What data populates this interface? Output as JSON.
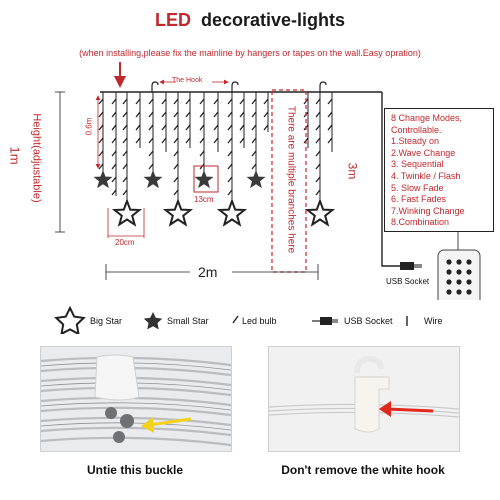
{
  "title": {
    "led": "LED",
    "rest": "decorative-lights"
  },
  "install_note": "(when installing,please fix the mainline by hangers or tapes on the wall.Easy opration)",
  "diagram": {
    "hook_label": "The Hook",
    "height_label": "Height(adjustable)",
    "height_value": "1m",
    "drop_label": "0.6m",
    "cable_label": "3m",
    "spacing_13": "13cm",
    "spacing_20": "20cm",
    "width_label": "2m",
    "branches_note": "There are multiple branches here",
    "usb_label": "USB Socket"
  },
  "modes": {
    "title": "8 Change Modes, Controllable.",
    "items": [
      "1.Steady on",
      "2.Wave Change",
      "3. Sequential",
      "4. Twinkle / Flash",
      "5. Slow Fade",
      "6. Fast Fades",
      "7.Winking Change",
      "8.Combination"
    ]
  },
  "legend": {
    "big_star": "Big Star",
    "small_star": "Small Star",
    "led_bulb": "Led bulb",
    "usb_socket": "USB Socket",
    "wire": "Wire"
  },
  "photos": {
    "left_caption": "Untie this buckle",
    "right_caption": "Don't remove the white hook"
  },
  "colors": {
    "accent_red": "#c0282d",
    "wire": "#222222",
    "arrow_yellow": "#f2d21b"
  }
}
